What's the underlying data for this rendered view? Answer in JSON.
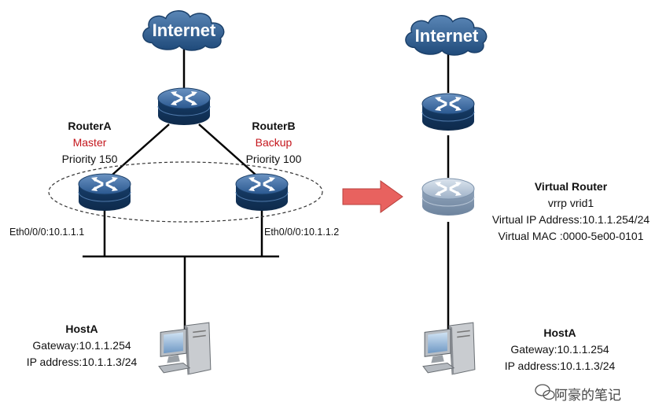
{
  "left": {
    "internet": "Internet",
    "routerA": {
      "name": "RouterA",
      "role": "Master",
      "priority": "Priority 150",
      "iface": "Eth0/0/0:10.1.1.1"
    },
    "routerB": {
      "name": "RouterB",
      "role": "Backup",
      "priority": "Priority 100",
      "iface": "Eth0/0/0:10.1.1.2"
    },
    "host": {
      "name": "HostA",
      "gateway": "Gateway:10.1.1.254",
      "ip": "IP address:10.1.1.3/24"
    }
  },
  "right": {
    "internet": "Internet",
    "vrouter": {
      "title": "Virtual Router",
      "vrid": "vrrp vrid1",
      "vip": "Virtual IP Address:10.1.1.254/24",
      "vmac": "Virtual MAC :0000-5e00-0101"
    },
    "host": {
      "name": "HostA",
      "gateway": "Gateway:10.1.1.254",
      "ip": "IP address:10.1.1.3/24"
    }
  },
  "watermark": "阿豪的笔记",
  "colors": {
    "router_dark": "#1d4d84",
    "router_light": "#a7b8cc",
    "cloud": "#2f5d8f",
    "arrow": "#e05a5a",
    "role_text": "#c4161c"
  }
}
